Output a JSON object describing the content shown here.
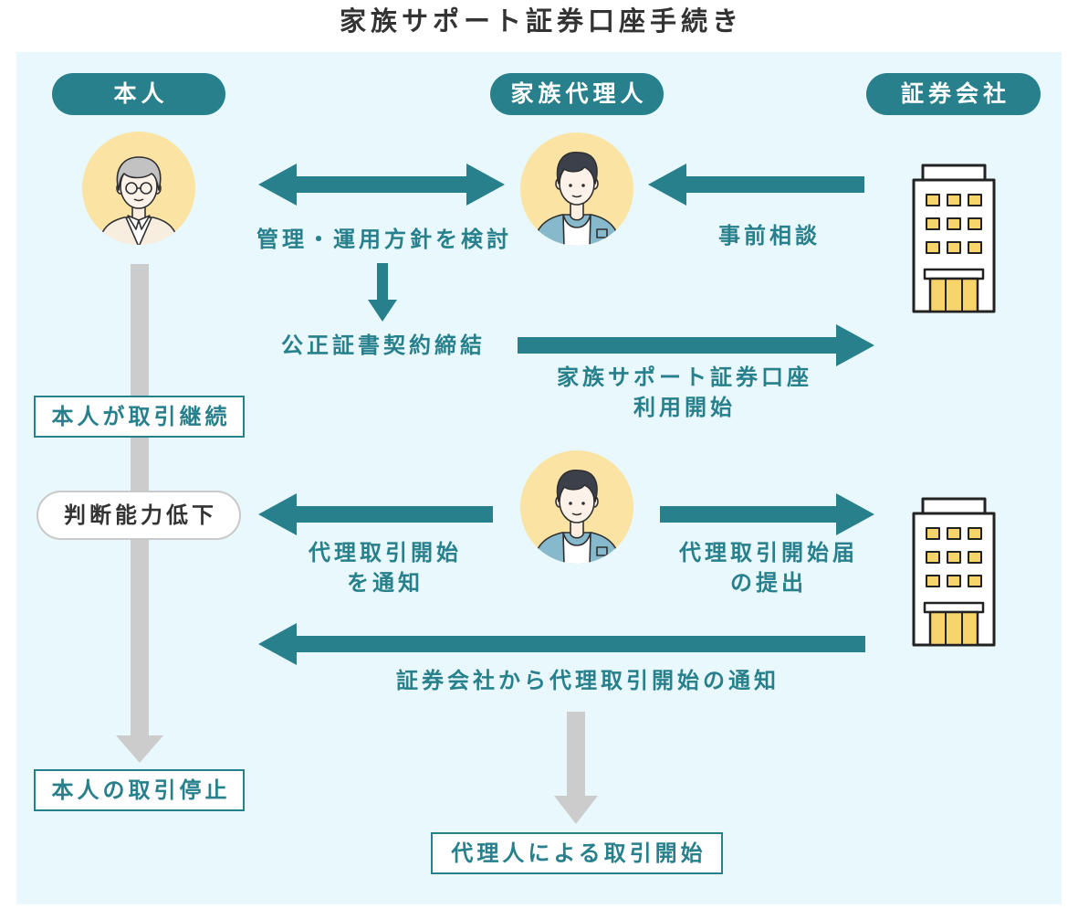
{
  "title": "家族サポート証券口座手続き",
  "columns": {
    "principal": "本人",
    "agent": "家族代理人",
    "company": "証券会社"
  },
  "flow": {
    "policy_review": "管理・運用方針を検討",
    "prior_consultation": "事前相談",
    "notarized_contract": "公正証書契約締結",
    "service_start": [
      "家族サポート証券口座",
      "利用開始"
    ],
    "agent_trading_notice": [
      "代理取引開始",
      "を通知"
    ],
    "agent_trading_form": [
      "代理取引開始届",
      "の提出"
    ],
    "company_notice": "証券会社から代理取引開始の通知"
  },
  "principal_track": {
    "continues_trading": "本人が取引継続",
    "capacity_declines": "判断能力低下",
    "trading_stops": "本人の取引停止"
  },
  "agent_outcome": "代理人による取引開始",
  "icons": {
    "principal": "elderly-person-icon",
    "agent": "young-man-icon",
    "company": "office-building-icon"
  },
  "colors": {
    "accent": "#27808c",
    "panel": "#e8f8fc",
    "timeline": "#cccccc",
    "avatar_bg": "#fbe3a4",
    "window": "#f7d56a"
  }
}
